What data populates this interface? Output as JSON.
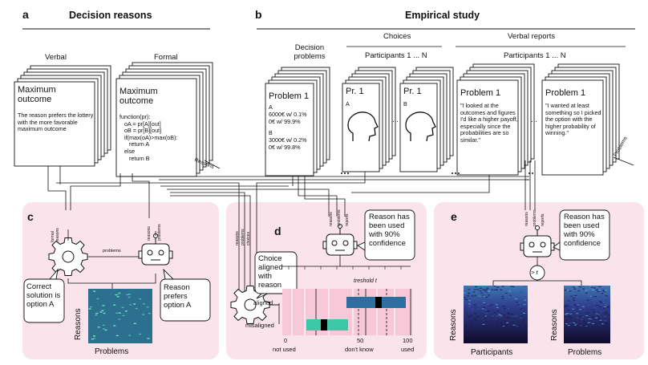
{
  "panel_a": {
    "letter": "a",
    "title": "Decision reasons",
    "verbal_label": "Verbal",
    "formal_label": "Formal",
    "verbal_card": {
      "title": "Maximum outcome",
      "text": "The reason prefers the lottery with the more favorable maximum outcome"
    },
    "formal_card": {
      "title": "Maximum outcome",
      "code": "function(pr):\n   oA = pr[A][out]\n   oB = pr[B][out]\n   if(max(oA)>max(oB):\n      return A\n   else\n      return B"
    },
    "stack_label": "Reasons"
  },
  "panel_b": {
    "letter": "b",
    "title": "Empirical study",
    "problems_label": "Decision problems",
    "choices_label": "Choices",
    "verbal_reports_label": "Verbal reports",
    "participants_label_1": "Participants 1 ... N",
    "participants_label_2": "Participants 1 ... N",
    "problem_card": {
      "title": "Problem 1",
      "option_a": "A",
      "a_line1": "6000€ w/ 0.1%",
      "a_line2": "0€ w/ 99.9%",
      "option_b": "B",
      "b_line1": "3000€ w/ 0.2%",
      "b_line2": "0€ w/ 99.8%"
    },
    "choice_card_1": {
      "title": "Pr. 1",
      "option": "A"
    },
    "choice_card_2": {
      "title": "Pr. 1",
      "option": "B"
    },
    "ellipsis": "...",
    "report_card_1": {
      "title": "Problem 1",
      "text": "\"I looked at the outcomes and figures I'd like a higher payoff, especially since the probabilities are so similar.\""
    },
    "report_card_2": {
      "title": "Problem 1",
      "text": "\"I wanted at least something so I picked the option with the higher probability of winning.\""
    },
    "problems_stack_label": "Problems"
  },
  "panel_c": {
    "letter": "c",
    "gear_inputs": [
      "formal",
      "reasons"
    ],
    "robot_inputs": [
      "reasons",
      "problems"
    ],
    "link_label": "problems",
    "bubble_left": "Correct solution is option A",
    "bubble_right": "Reason prefers option A",
    "y_label": "Reasons",
    "x_label": "Problems"
  },
  "panel_d": {
    "letter": "d",
    "gear_inputs": [
      "reasons",
      "problems",
      "choices"
    ],
    "robot_inputs": [
      "reasons",
      "problems",
      "reports"
    ],
    "bubble_gear": "Choice aligned with reason",
    "bubble_robot": "Reason has been used with 90% confidence",
    "threshold_label": "treshold t",
    "row_aligned": "aligned",
    "row_misaligned": "misaligned",
    "ticks": [
      "0",
      "50",
      "100"
    ],
    "axis_notes": [
      "not used",
      "don't know",
      "used"
    ]
  },
  "panel_e": {
    "letter": "e",
    "robot_inputs": [
      "reasons",
      "problems",
      "reports"
    ],
    "bubble": "Reason has been used with 90% confidence",
    "node_label": "> t",
    "left_y_label": "Reasons",
    "left_x_label": "Participants",
    "right_y_label": "Reasons",
    "right_x_label": "Problems"
  },
  "colors": {
    "panel_bg": "#fbe3ec",
    "box_fill": "#f7c9d8",
    "aligned_bar": "#2a6fa0",
    "misaligned_bar": "#3ec8a8",
    "heatmap_teal": "#2c6f8e",
    "heatmap_dark": "#1f1848"
  }
}
